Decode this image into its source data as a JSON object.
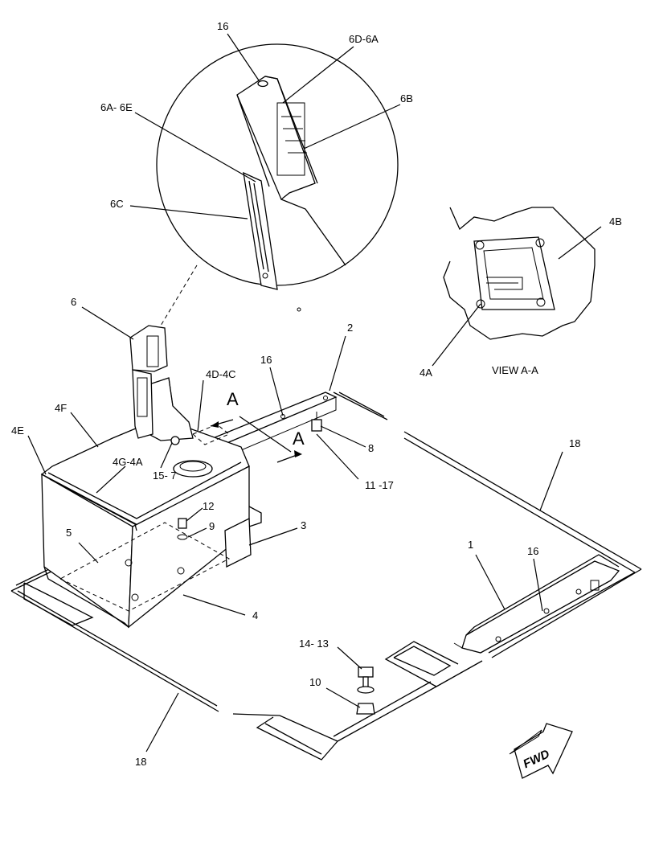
{
  "labels": {
    "l16a": "16",
    "l6d6a": "6D-6A",
    "l6b": "6B",
    "l6a6e": "6A- 6E",
    "l6c": "6C",
    "l6": "6",
    "l4b": "4B",
    "l4a": "4A",
    "view": "VIEW A-A",
    "l2": "2",
    "l16b": "16",
    "l4d4c": "4D-4C",
    "lA1": "A",
    "lA2": "A",
    "l4f": "4F",
    "l4e": "4E",
    "l4g4a": "4G-4A",
    "l157": "15- 7",
    "l8": "8",
    "l1117": "11 -17",
    "l18a": "18",
    "l12": "12",
    "l9": "9",
    "l3": "3",
    "l5": "5",
    "l4": "4",
    "l1": "1",
    "l16c": "16",
    "l1413": "14- 13",
    "l10": "10",
    "l18b": "18",
    "fwd": "FWD"
  }
}
